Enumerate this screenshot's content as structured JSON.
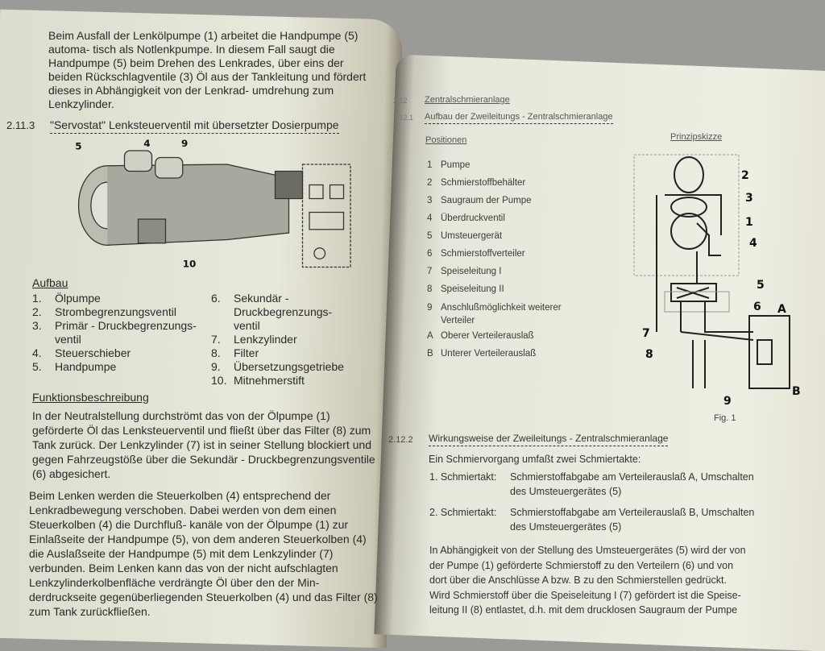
{
  "left_page": {
    "intro_lines": [
      "Beim Ausfall der Lenkölpumpe (1) arbeitet die Handpumpe (5) automa-",
      "tisch als Notlenkpumpe. In diesem Fall saugt die Handpumpe (5) beim",
      "Drehen des Lenkrades, über eins der beiden Rückschlagventile (3) Öl",
      "aus der Tankleitung und fördert dieses in Abhängigkeit von der Lenkrad-",
      "umdrehung zum Lenkzylinder."
    ],
    "section_number": "2.11.3",
    "section_title": "\"Servostat\" Lenksteuerventil mit übersetzter Dosierpumpe",
    "figure_labels": [
      "5",
      "4",
      "9",
      "10"
    ],
    "aufbau_heading": "Aufbau",
    "aufbau_left": [
      {
        "n": "1.",
        "t": "Ölpumpe"
      },
      {
        "n": "2.",
        "t": "Strombegrenzungsventil"
      },
      {
        "n": "3.",
        "t": "Primär - Druckbegrenzungs-"
      },
      {
        "n": "",
        "t": "ventil"
      },
      {
        "n": "4.",
        "t": "Steuerschieber"
      },
      {
        "n": "5.",
        "t": "Handpumpe"
      }
    ],
    "aufbau_right": [
      {
        "n": "6.",
        "t": "Sekundär - Druckbegrenzungs-"
      },
      {
        "n": "",
        "t": "ventil"
      },
      {
        "n": "7.",
        "t": "Lenkzylinder"
      },
      {
        "n": "8.",
        "t": "Filter"
      },
      {
        "n": "9.",
        "t": "Übersetzungsgetriebe"
      },
      {
        "n": "10.",
        "t": "Mitnehmerstift"
      }
    ],
    "funktion_heading": "Funktionsbeschreibung",
    "para1": [
      "In der Neutralstellung durchströmt das von der Ölpumpe (1) geförderte Öl",
      "das Lenksteuerventil und fließt über das Filter (8) zum Tank zurück. Der",
      "Lenkzylinder (7) ist in seiner Stellung blockiert und gegen Fahrzeugstöße",
      "über die Sekundär - Druckbegrenzungsventile (6) abgesichert."
    ],
    "para2": [
      "Beim Lenken werden die Steuerkolben (4) entsprechend der Lenkradbewegung",
      "verschoben. Dabei werden von dem einen Steuerkolben (4) die Durchfluß-",
      "kanäle von der Ölpumpe (1) zur Einlaßseite der Handpumpe (5), von",
      "dem anderen Steuerkolben (4) die Auslaßseite der Handpumpe (5) mit",
      "dem Lenkzylinder (7) verbunden. Beim Lenken kann das von der nicht",
      "aufschlagten Lenkzylinderkolbenfläche verdrängte Öl über den der Min-",
      "derdruckseite gegenüberliegenden Steuerkolben (4) und das Filter (8) zum",
      "Tank zurückfließen."
    ]
  },
  "right_page": {
    "chapter_number": "2.12",
    "chapter_title": "Zentralschmieranlage",
    "section_number": "2.12.1",
    "section_title": "Aufbau der Zweileitungs - Zentralschmieranlage",
    "positions_heading": "Positionen",
    "positions": [
      {
        "n": "1",
        "t": "Pumpe"
      },
      {
        "n": "2",
        "t": "Schmierstoffbehälter"
      },
      {
        "n": "3",
        "t": "Saugraum der Pumpe"
      },
      {
        "n": "4",
        "t": "Überdruckventil"
      },
      {
        "n": "5",
        "t": "Umsteuergerät"
      },
      {
        "n": "6",
        "t": "Schmierstoffverteiler"
      },
      {
        "n": "7",
        "t": "Speiseleitung I"
      },
      {
        "n": "8",
        "t": "Speiseleitung II"
      },
      {
        "n": "9",
        "t": "Anschlußmöglichkeit weiterer"
      },
      {
        "n": "",
        "t": "Verteiler"
      },
      {
        "n": "A",
        "t": "Oberer Verteilerauslaß"
      },
      {
        "n": "B",
        "t": "Unterer Verteilerauslaß"
      }
    ],
    "sketch_title": "Prinzipskizze",
    "sketch_labels": [
      "2",
      "3",
      "1",
      "4",
      "5",
      "6",
      "A",
      "7",
      "8",
      "B",
      "9"
    ],
    "figure_caption": "Fig. 1",
    "section2_number": "2.12.2",
    "section2_title": "Wirkungsweise der Zweileitungs - Zentralschmieranlage",
    "intro": "Ein Schmiervorgang umfaßt zwei Schmiertakte:",
    "steps": [
      {
        "label": "1. Schmiertakt:",
        "l1": "Schmierstoffabgabe am Verteilerauslaß A, Umschalten",
        "l2": "des Umsteuergerätes (5)"
      },
      {
        "label": "2. Schmiertakt:",
        "l1": "Schmierstoffabgabe am Verteilerauslaß B, Umschalten",
        "l2": "des Umsteuergerätes (5)"
      }
    ],
    "para": [
      "In Abhängigkeit von der Stellung des Umsteuergerätes (5) wird der von",
      "der Pumpe (1) geförderte Schmierstoff zu den Verteilern (6) und von",
      "dort über die Anschlüsse A bzw. B zu den Schmierstellen gedrückt.",
      "Wird Schmierstoff über die Speiseleitung I (7) gefördert ist die Speise-",
      "leitung II (8) entlastet, d.h. mit dem drucklosen Saugraum der Pumpe"
    ]
  }
}
